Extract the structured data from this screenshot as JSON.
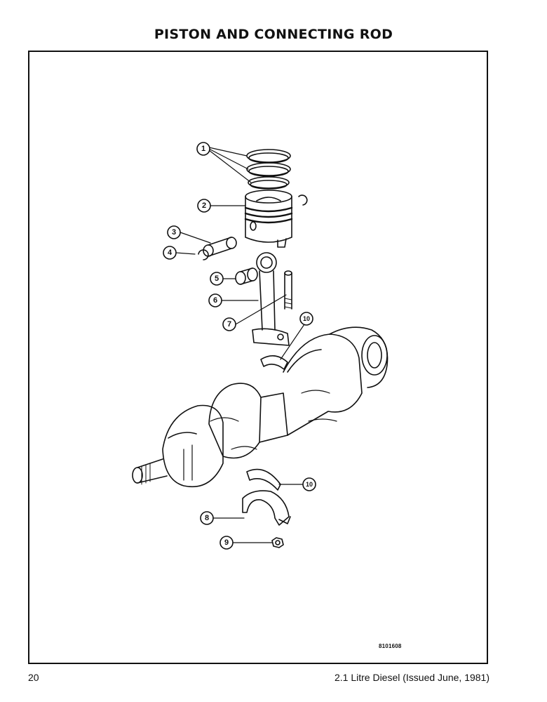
{
  "page": {
    "title": "PISTON AND CONNECTING ROD",
    "page_number": "20",
    "footer": "2.1 Litre Diesel (Issued June, 1981)",
    "figure_code": "8101608"
  },
  "callouts": [
    {
      "id": "c1",
      "label": "1"
    },
    {
      "id": "c2",
      "label": "2"
    },
    {
      "id": "c3",
      "label": "3"
    },
    {
      "id": "c4",
      "label": "4"
    },
    {
      "id": "c5",
      "label": "5"
    },
    {
      "id": "c6",
      "label": "6"
    },
    {
      "id": "c7",
      "label": "7"
    },
    {
      "id": "c8",
      "label": "8"
    },
    {
      "id": "c9",
      "label": "9"
    },
    {
      "id": "c10a",
      "label": "10"
    },
    {
      "id": "c10b",
      "label": "10"
    }
  ]
}
